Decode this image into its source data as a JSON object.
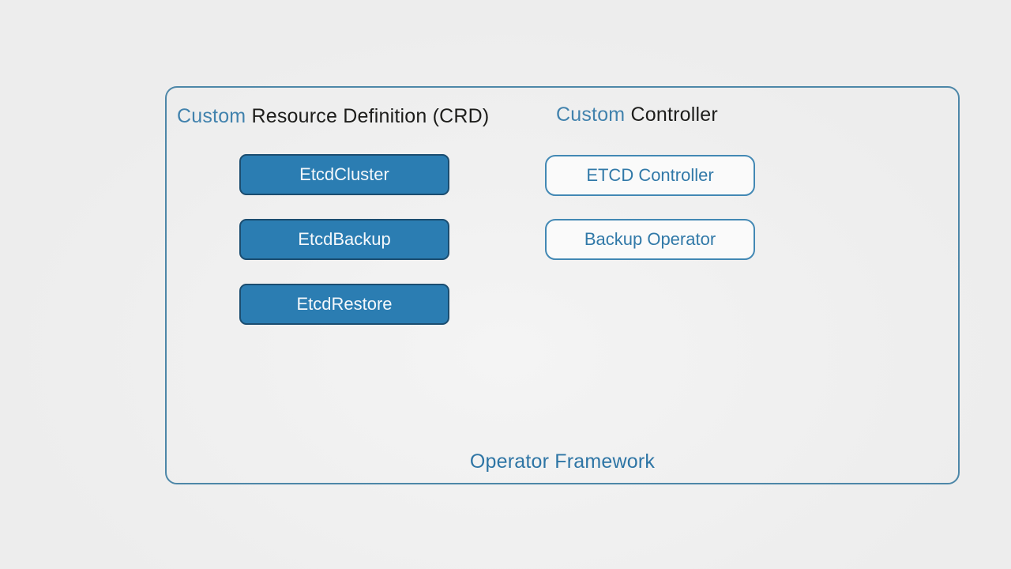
{
  "colors": {
    "page_bg": "#ededed",
    "accent_blue": "#4182ad",
    "filled_box_bg": "#2b7db2",
    "filled_box_border": "#1b4d70",
    "outlined_box_border": "#4288b4",
    "outlined_box_text": "#3179a8",
    "outer_border": "#4d87a8",
    "dark_text": "#1d1d1b",
    "footer_text": "#2e75a5"
  },
  "framework": {
    "label": "Operator Framework",
    "crd_section": {
      "title_highlight": "Custom",
      "title_rest": " Resource Definition (CRD)",
      "items": [
        "EtcdCluster",
        "EtcdBackup",
        "EtcdRestore"
      ]
    },
    "controller_section": {
      "title_highlight": "Custom",
      "title_rest": " Controller",
      "items": [
        "ETCD Controller",
        "Backup Operator"
      ]
    }
  }
}
